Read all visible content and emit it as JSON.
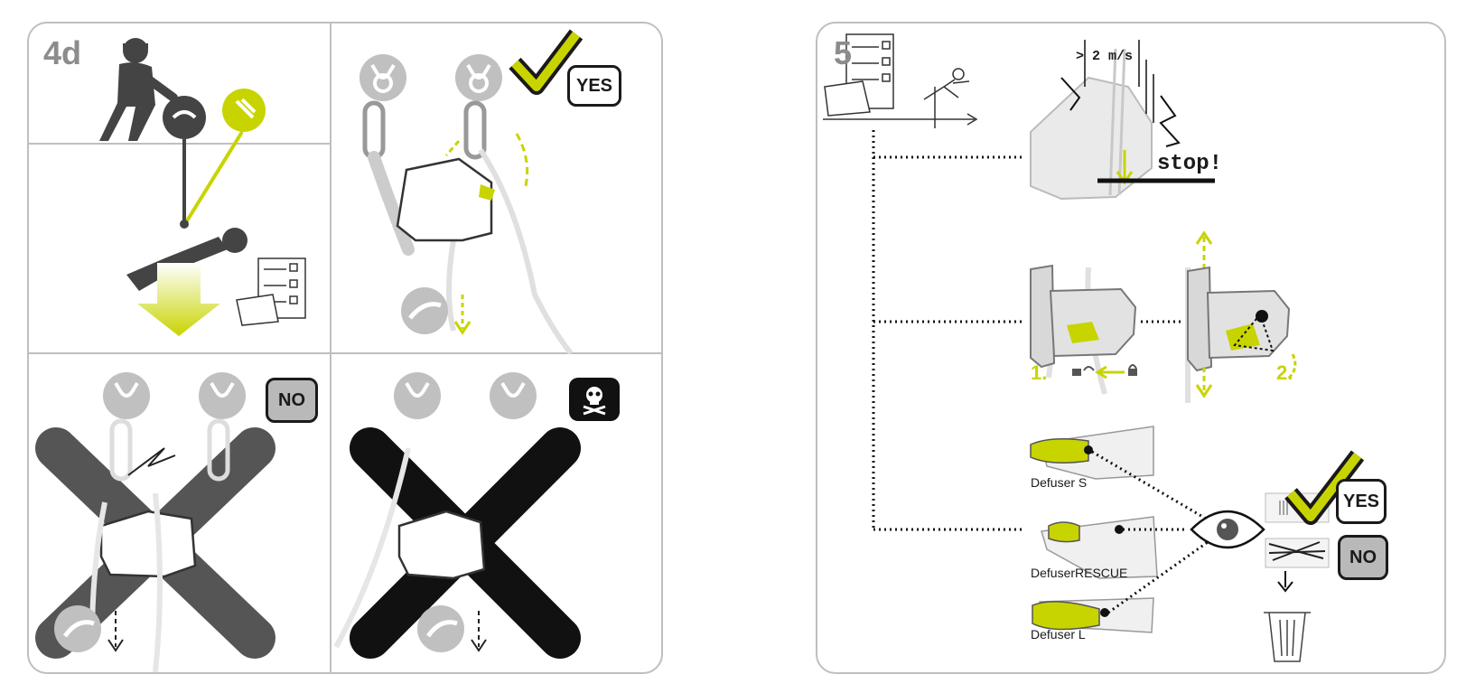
{
  "left_panel": {
    "step_number": "4d",
    "yes_badge": "YES",
    "no_badge": "NO",
    "danger_icon": "skull-crossbones-icon"
  },
  "right_panel": {
    "step_number": "5",
    "speed_label": "> 2 m/s",
    "stop_label": "stop!",
    "step_one_label": "1.",
    "step_two_label": "2.",
    "defuser_labels": [
      "Defuser S",
      "DefuserRESCUE",
      "Defuser L"
    ],
    "yes_badge": "YES",
    "no_badge": "NO"
  },
  "colors": {
    "accent": "#c8d400",
    "dark": "#1a1a1a",
    "grey": "#8a8a8a",
    "light_grey": "#bdbdbd",
    "frame": "#bfbfbf"
  }
}
